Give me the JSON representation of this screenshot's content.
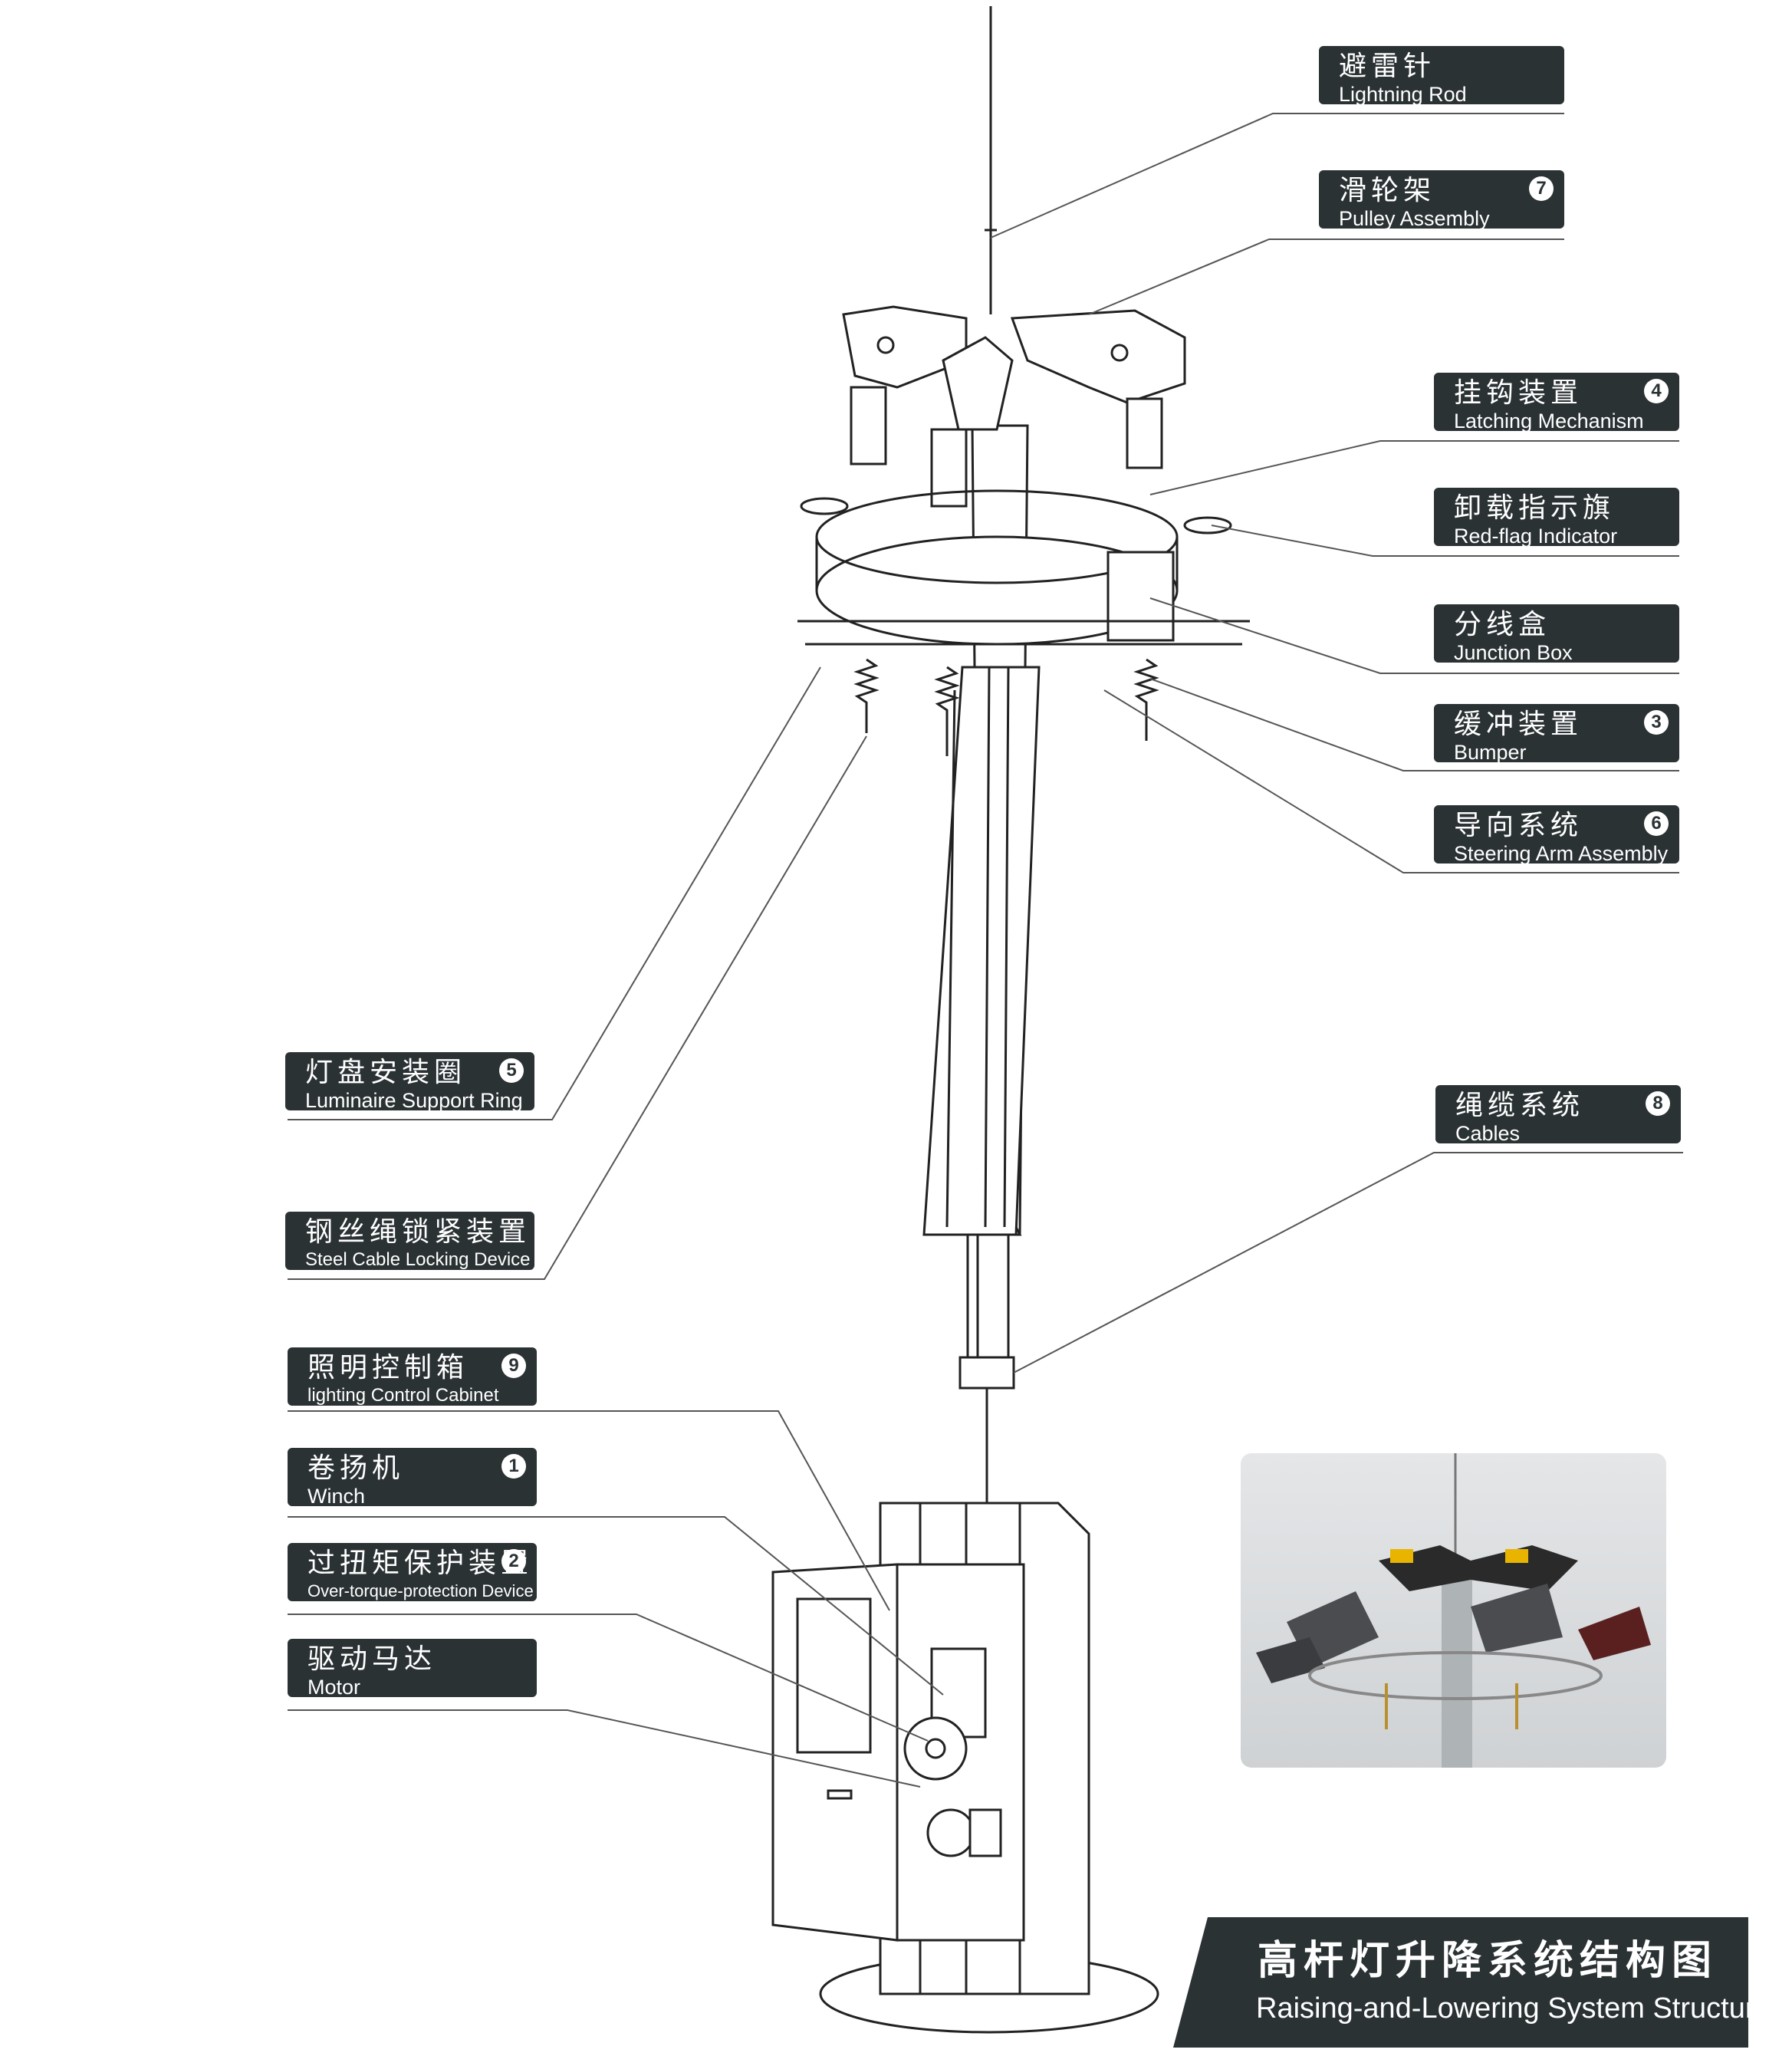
{
  "labels": [
    {
      "id": "lightning-rod",
      "zh": "避雷针",
      "en": "Lightning Rod",
      "num": ""
    },
    {
      "id": "pulley-assembly",
      "zh": "滑轮架",
      "en": "Pulley Assembly",
      "num": "7"
    },
    {
      "id": "latching-mechanism",
      "zh": "挂钩装置",
      "en": "Latching Mechanism",
      "num": "4"
    },
    {
      "id": "red-flag-indicator",
      "zh": "卸载指示旗",
      "en": "Red-flag Indicator",
      "num": ""
    },
    {
      "id": "junction-box",
      "zh": "分线盒",
      "en": "Junction Box",
      "num": ""
    },
    {
      "id": "bumper",
      "zh": "缓冲装置",
      "en": "Bumper",
      "num": "3"
    },
    {
      "id": "steering-arm-assembly",
      "zh": "导向系统",
      "en": "Steering Arm Assembly",
      "num": "6"
    },
    {
      "id": "luminaire-support-ring",
      "zh": "灯盘安装圈",
      "en": "Luminaire Support Ring",
      "num": "5"
    },
    {
      "id": "cables",
      "zh": "绳缆系统",
      "en": "Cables",
      "num": "8"
    },
    {
      "id": "steel-cable-locking-device",
      "zh": "钢丝绳锁紧装置",
      "en": "Steel Cable Locking Device",
      "num": ""
    },
    {
      "id": "lighting-control-cabinet",
      "zh": "照明控制箱",
      "en": "lighting Control Cabinet",
      "num": "9"
    },
    {
      "id": "winch",
      "zh": "卷扬机",
      "en": "Winch",
      "num": "1"
    },
    {
      "id": "over-torque-protection-device",
      "zh": "过扭矩保护装置",
      "en": "Over-torque-protection Device",
      "num": "2"
    },
    {
      "id": "motor",
      "zh": "驱动马达",
      "en": "Motor",
      "num": ""
    }
  ],
  "title": {
    "zh": "高杆灯升降系统结构图",
    "en": "Raising-and-Lowering System Structure"
  },
  "colors": {
    "label_bg": "#2b3234",
    "label_text": "#ffffff",
    "line": "#333333"
  }
}
